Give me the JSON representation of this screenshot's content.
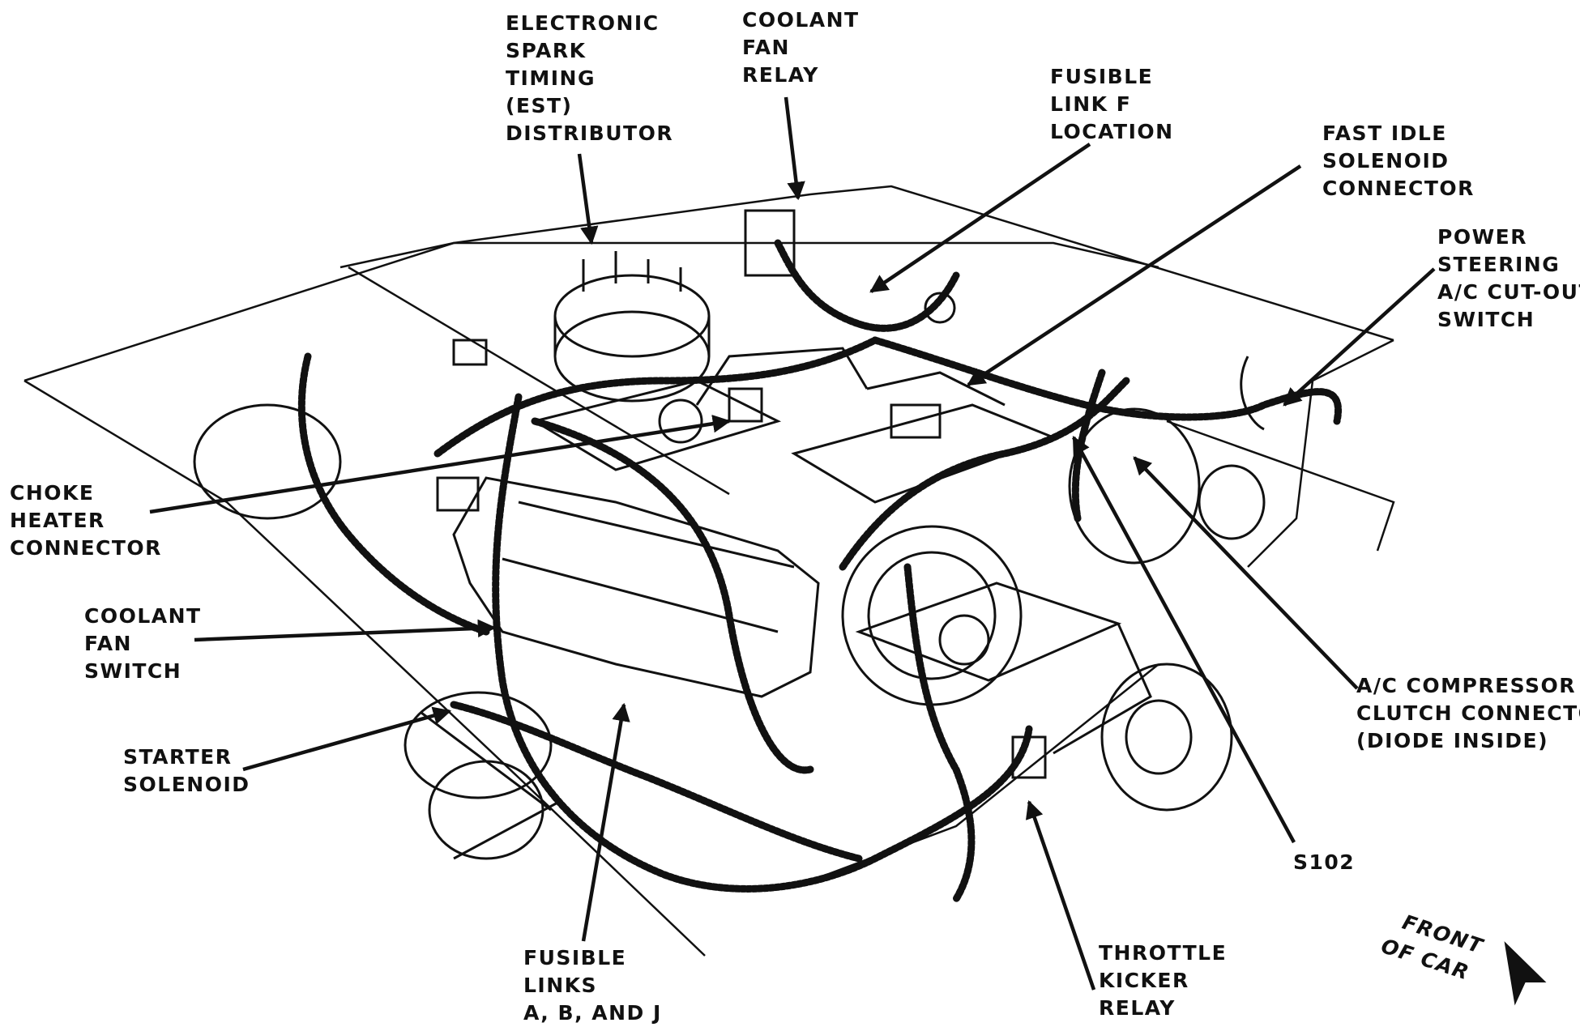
{
  "colors": {
    "ink": "#111111",
    "paper": "#ffffff"
  },
  "labels": {
    "est_distributor": [
      "ELECTRONIC",
      "SPARK",
      "TIMING",
      "(EST)",
      "DISTRIBUTOR"
    ],
    "coolant_fan_relay": [
      "COOLANT",
      "FAN",
      "RELAY"
    ],
    "fusible_link_f": [
      "FUSIBLE",
      "LINK F",
      "LOCATION"
    ],
    "fast_idle_solenoid": [
      "FAST IDLE",
      "SOLENOID",
      "CONNECTOR"
    ],
    "power_steering_switch": [
      "POWER",
      "STEERING",
      "A/C CUT-OUT",
      "SWITCH"
    ],
    "choke_heater": [
      "CHOKE",
      "HEATER",
      "CONNECTOR"
    ],
    "coolant_fan_switch": [
      "COOLANT",
      "FAN",
      "SWITCH"
    ],
    "starter_solenoid": [
      "STARTER",
      "SOLENOID"
    ],
    "ac_compressor": [
      "A/C COMPRESSOR",
      "CLUTCH CONNECTOR",
      "(DIODE INSIDE)"
    ],
    "s102": [
      "S102"
    ],
    "fusible_links_abj": [
      "FUSIBLE",
      "LINKS",
      "A, B, AND J"
    ],
    "throttle_kicker": [
      "THROTTLE",
      "KICKER",
      "RELAY"
    ],
    "front_of_car": [
      "FRONT",
      "OF CAR"
    ]
  },
  "icons": {
    "front_arrow": "arrow-icon"
  }
}
